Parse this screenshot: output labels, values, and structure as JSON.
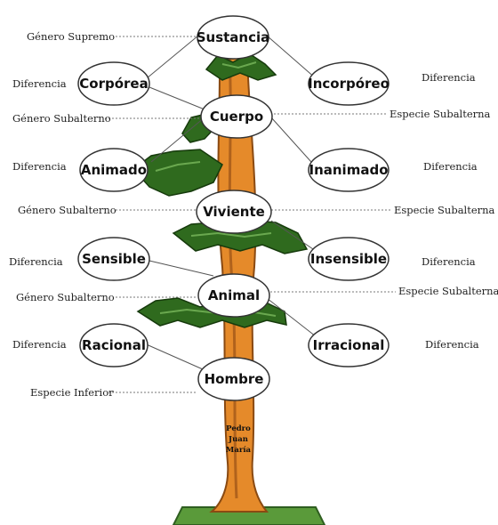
{
  "nodes": {
    "sustancia": "Sustancia",
    "corporea": "Corpórea",
    "incorporeo": "Incorpóreo",
    "cuerpo": "Cuerpo",
    "animado": "Animado",
    "inanimado": "Inanimado",
    "viviente": "Viviente",
    "sensible": "Sensible",
    "insensible": "Insensible",
    "animal": "Animal",
    "racional": "Racional",
    "irracional": "Irracional",
    "hombre": "Hombre"
  },
  "labels": {
    "genero_supremo": "Género Supremo",
    "genero_subalterno": "Género Subalterno",
    "especie_subalterna": "Especie Subalterna",
    "especie_inferior": "Especie Inferior",
    "diferencia": "Diferencia"
  },
  "individuals": [
    "Pedro",
    "Juan",
    "María"
  ],
  "colors": {
    "trunk": "#e58a2a",
    "trunk_dark": "#a8581a",
    "foliage": "#2f6a1e",
    "foliage_light": "#6aa84f",
    "ground": "#5a9a3a",
    "connector": "#555555"
  }
}
